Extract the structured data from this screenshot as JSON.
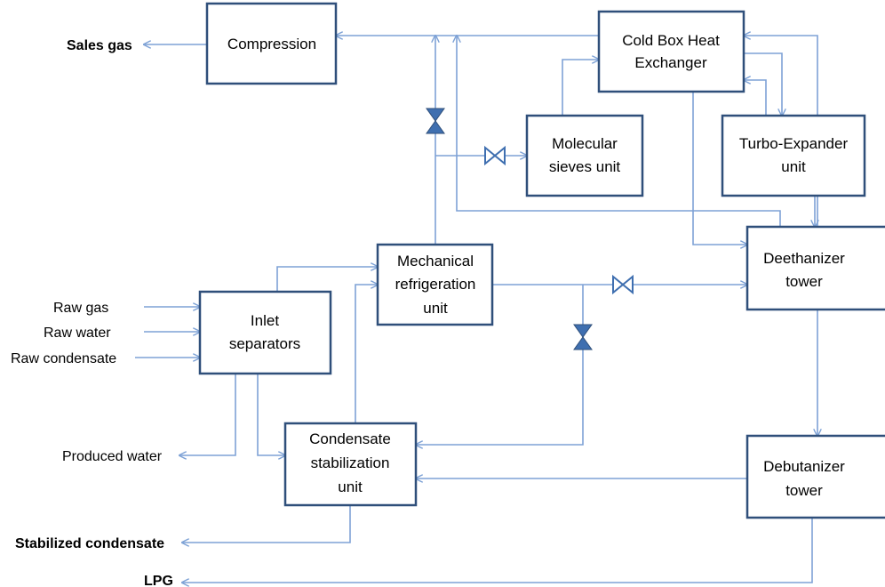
{
  "units": {
    "compression": [
      "Compression"
    ],
    "cold_box": [
      "Cold Box Heat",
      "Exchanger"
    ],
    "molecular_sieves": [
      "Molecular",
      "sieves unit"
    ],
    "turbo_expander": [
      "Turbo-Expander",
      "unit"
    ],
    "mechanical_refrigeration": [
      "Mechanical",
      "refrigeration",
      "unit"
    ],
    "deethanizer": [
      "Deethanizer",
      "tower"
    ],
    "inlet_separators": [
      "Inlet",
      "separators"
    ],
    "condensate_stabilization": [
      "Condensate",
      "stabilization",
      "unit"
    ],
    "debutanizer": [
      "Debutanizer",
      "tower"
    ]
  },
  "streams": {
    "sales_gas": "Sales gas",
    "raw_gas": "Raw gas",
    "raw_water": "Raw water",
    "raw_condensate": "Raw condensate",
    "produced_water": "Produced water",
    "stabilized_condensate": "Stabilized condensate",
    "lpg": "LPG"
  },
  "colors": {
    "box_border": "#2f4f7a",
    "flow_line": "#7ea2d6",
    "valve": "#3f6fb0"
  }
}
